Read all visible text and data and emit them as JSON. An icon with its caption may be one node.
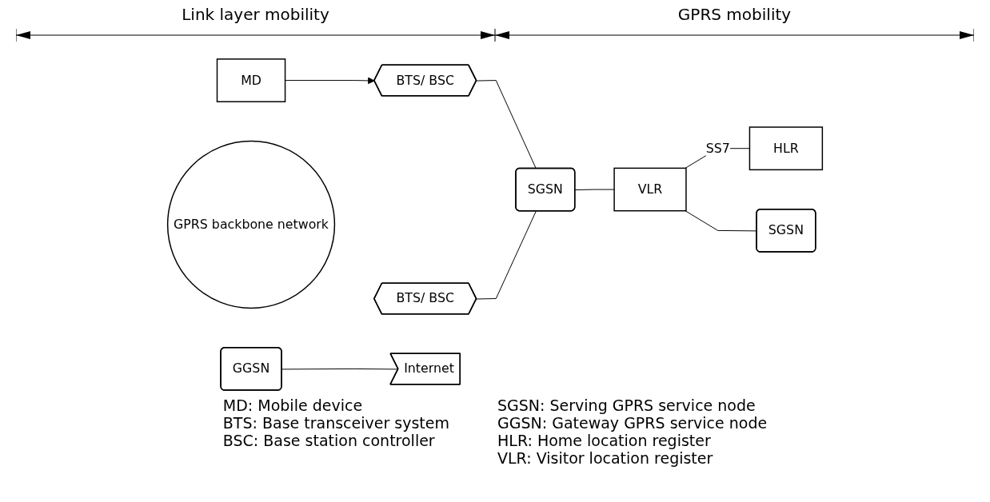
{
  "diagram": {
    "nodes": [
      {
        "text": [
          "MD"
        ]
      },
      {
        "text": [
          "BTS/ BSC"
        ]
      },
      {
        "text": [
          "BTS/ BSC"
        ]
      },
      {
        "text": [
          "VLR"
        ]
      },
      {
        "text": [
          "HLR"
        ]
      },
      {
        "text": [
          "SGSN"
        ]
      },
      {
        "text": [
          "SGSN"
        ]
      },
      {
        "text": [
          "GPRS backbone network"
        ]
      },
      {
        "text": [
          "GGSN"
        ]
      },
      {
        "text": [
          "Internet"
        ]
      }
    ],
    "edges": [
      {
        "from": 0,
        "to": 1,
        "arrow": "to"
      },
      {
        "from": 1,
        "to": 5,
        "arrow": "none"
      },
      {
        "from": 2,
        "to": 5,
        "arrow": "none"
      },
      {
        "from": 5,
        "to": 3,
        "arrow": "none"
      },
      {
        "from": 3,
        "to": 4,
        "label": "SS7",
        "arrow": "none"
      },
      {
        "from": 3,
        "to": 6,
        "arrow": "none"
      },
      {
        "from": 8,
        "to": 9,
        "arrow": "none"
      }
    ],
    "labels": [
      "Link layer mobility",
      "GPRS mobility",
      "MD: Mobile device",
      "BTS: Base transceiver system",
      "BSC: Base station controller",
      "SGSN: Serving GPRS service node",
      "GGSN: Gateway GPRS service node",
      "HLR: Home location register",
      "VLR: Visitor location register"
    ]
  }
}
